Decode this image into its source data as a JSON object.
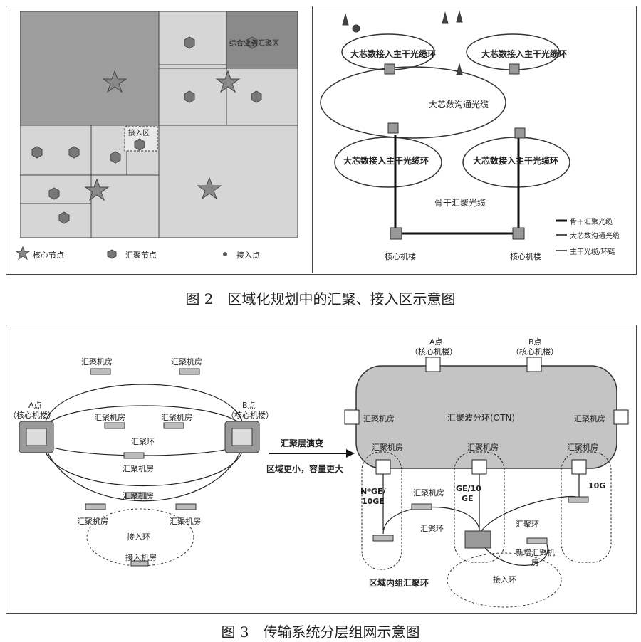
{
  "fig2": {
    "caption": "图 2　区域化规划中的汇聚、接入区示意图",
    "left": {
      "business_zone": "综合业务汇聚区",
      "access_zone": "接入区",
      "legend": [
        {
          "label": "核心节点",
          "icon": "star-icon"
        },
        {
          "label": "汇聚节点",
          "icon": "hexagon-icon"
        },
        {
          "label": "接入点",
          "icon": "dot-icon"
        }
      ]
    },
    "right": {
      "ring_tl": "大芯数接入主干光缆环",
      "ring_tr": "大芯数接入主干光缆环",
      "ring_bl": "大芯数接入主干光缆环",
      "ring_br": "大芯数接入主干光缆环",
      "central_ring": "大芯数沟通光缆",
      "backbone": "骨干汇聚光缆",
      "core_l": "核心机楼",
      "core_r": "核心机楼",
      "legend": [
        "骨干汇聚光缆",
        "大芯数沟通光缆",
        "主干光缆/环链"
      ]
    }
  },
  "fig3": {
    "caption": "图 3　传输系统分层组网示意图",
    "left": {
      "nodeA": "A点",
      "nodeA_sub": "（核心机楼）",
      "nodeB": "B点",
      "nodeB_sub": "（核心机楼）",
      "agg_room": "汇聚机房",
      "agg_ring": "汇聚环",
      "access_ring": "接入环",
      "access_room": "接入机房"
    },
    "arrow_title": "汇聚层演变",
    "arrow_sub": "区域更小，容量更大",
    "right": {
      "nodeA": "A点",
      "nodeA_sub": "（核心机楼）",
      "nodeB": "B点",
      "nodeB_sub": "（核心机楼）",
      "otn": "汇聚波分环(OTN)",
      "agg_room": "汇聚机房",
      "link_1": "N*GE/",
      "link_1b": "10GE",
      "link_2": "GE/10",
      "link_2b": "GE",
      "link_3": "10G",
      "agg_ring": "汇聚环",
      "new_room": "新增汇聚机",
      "new_room_b": "房",
      "access_ring": "接入环",
      "region_ring": "区域内组汇聚环"
    }
  }
}
